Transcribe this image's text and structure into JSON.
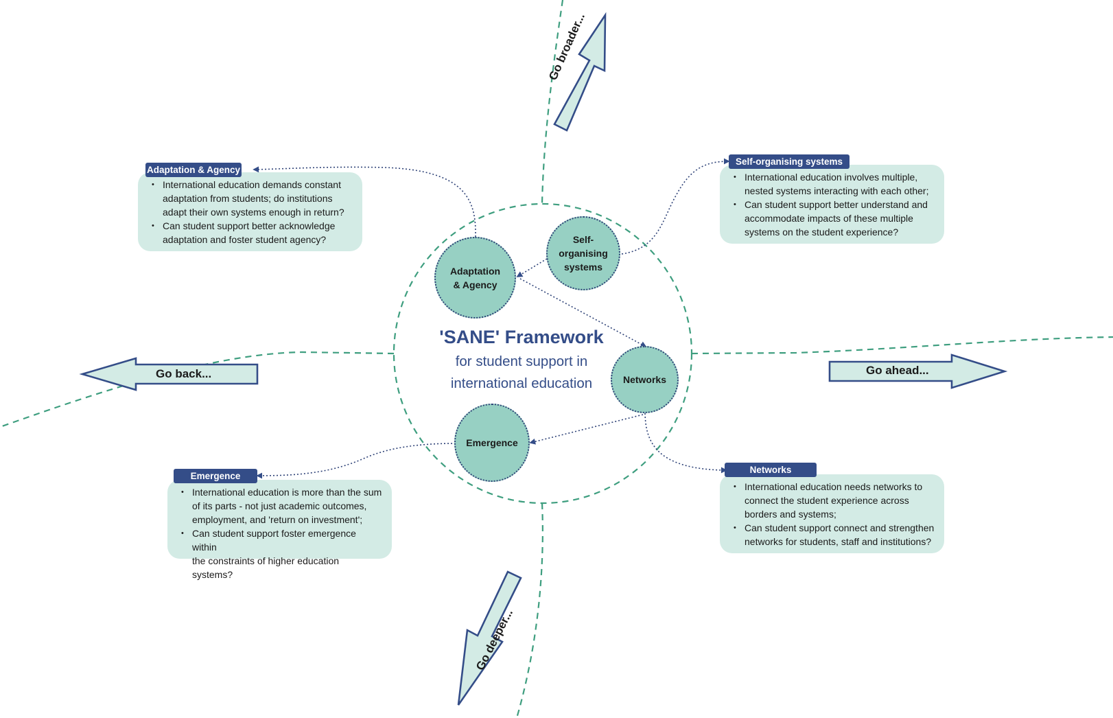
{
  "center": {
    "title": "'SANE' Framework",
    "subtitle_line1": "for student support in",
    "subtitle_line2": "international education"
  },
  "nodes": {
    "adaptation": {
      "line1": "Adaptation",
      "line2": "& Agency"
    },
    "self_organising": {
      "line1": "Self-",
      "line2": "organising",
      "line3": "systems"
    },
    "networks": {
      "label": "Networks"
    },
    "emergence": {
      "label": "Emergence"
    }
  },
  "cards": {
    "adaptation": {
      "title": "Adaptation & Agency",
      "items": [
        [
          "International education demands constant",
          "adaptation from students; do institutions",
          "adapt their own systems enough in return?"
        ],
        [
          "Can student support better acknowledge",
          "adaptation and foster student agency?"
        ]
      ]
    },
    "self_organising": {
      "title": "Self-organising systems",
      "items": [
        [
          "International education involves multiple,",
          "nested systems interacting with each other;"
        ],
        [
          "Can student support better understand and",
          "accommodate impacts of these multiple",
          "systems on the student experience?"
        ]
      ]
    },
    "emergence": {
      "title": "Emergence",
      "items": [
        [
          "International education is more than the sum",
          "of its parts - not just academic outcomes,",
          "employment, and 'return on investment';"
        ],
        [
          "Can student support foster emergence within",
          "the constraints of higher education systems?"
        ]
      ]
    },
    "networks": {
      "title": "Networks",
      "items": [
        [
          "International education needs networks to",
          "connect the student experience across",
          "borders and systems;"
        ],
        [
          "Can student support connect and strengthen",
          "networks for students, staff and institutions?"
        ]
      ]
    }
  },
  "directions": {
    "broader": "Go broader...",
    "deeper": "Go deeper...",
    "back": "Go back...",
    "ahead": "Go ahead..."
  },
  "colors": {
    "dashed_teal": "#3e9e7f",
    "navy": "#344d88",
    "node_fill": "#97d0c3",
    "card_fill": "#d3ebe5",
    "arrow_fill": "#d3ebe5"
  }
}
